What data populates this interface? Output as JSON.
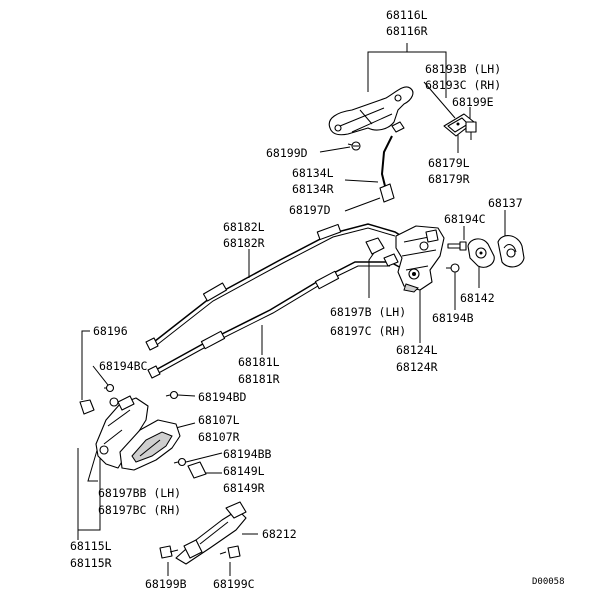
{
  "labels": {
    "p68116": [
      "68116L",
      "68116R"
    ],
    "p68193": [
      "68193B (LH)",
      "68193C (RH)"
    ],
    "p68199E": "68199E",
    "p68199D": "68199D",
    "p68179": [
      "68179L",
      "68179R"
    ],
    "p68134": [
      "68134L",
      "68134R"
    ],
    "p68197D": "68197D",
    "p68137": "68137",
    "p68194C": "68194C",
    "p68182": [
      "68182L",
      "68182R"
    ],
    "p68142": "68142",
    "p68194B": "68194B",
    "p68197BC": [
      "68197B (LH)",
      "68197C (RH)"
    ],
    "p68196": "68196",
    "p68124": [
      "68124L",
      "68124R"
    ],
    "p68194BC": "68194BC",
    "p68181": [
      "68181L",
      "68181R"
    ],
    "p68194BD": "68194BD",
    "p68107": [
      "68107L",
      "68107R"
    ],
    "p68194BB": "68194BB",
    "p68149": [
      "68149L",
      "68149R"
    ],
    "p68197BB": [
      "68197BB (LH)",
      "68197BC (RH)"
    ],
    "p68115": [
      "68115L",
      "68115R"
    ],
    "p68212": "68212",
    "p68199B": "68199B",
    "p68199C": "68199C",
    "diagram_code": "D00058"
  }
}
